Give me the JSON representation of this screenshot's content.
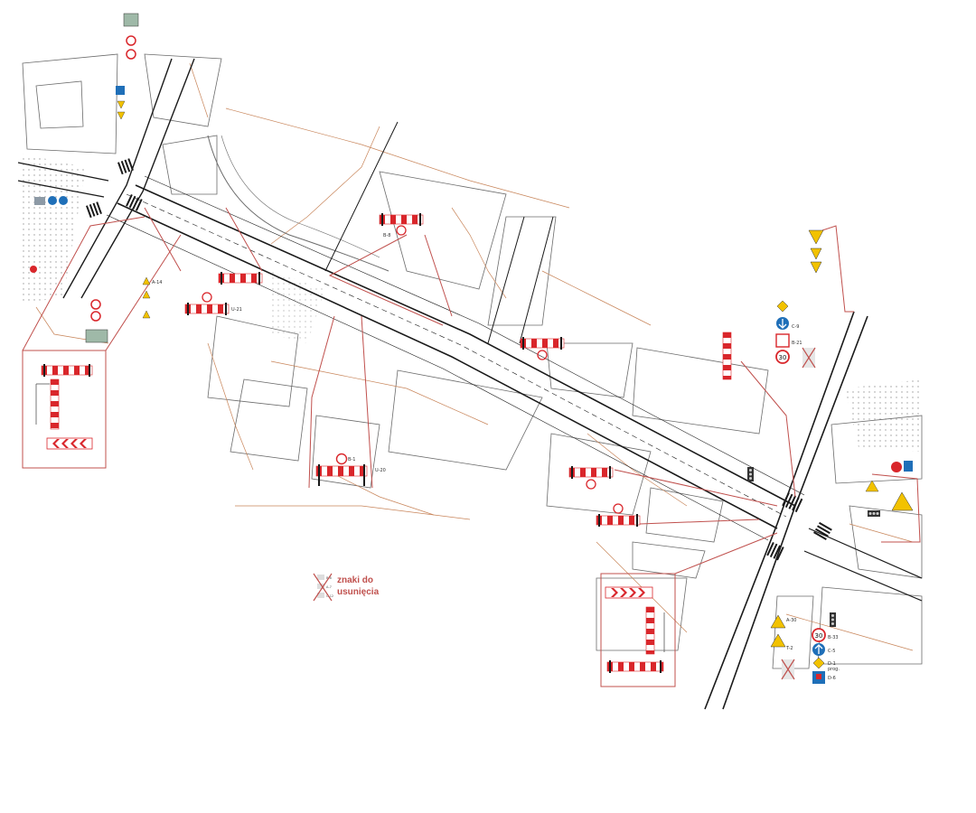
{
  "legend": {
    "line1": "znaki do",
    "line2": "usunięcia",
    "cross_color": "#c0504d",
    "small_labels": [
      "B-8",
      "A-7",
      "C-12"
    ]
  },
  "colors": {
    "road": "#1a1a1a",
    "base_map": "#6b6b6b",
    "cadastral": "#c8855a",
    "barrier_red": "#d9262b",
    "callout": "#c0504d",
    "sign_blue": "#1f6fb8",
    "sign_yellow": "#f2c200"
  },
  "sign_labels": {
    "b1": "B-1",
    "b8": "B-8",
    "u20": "U-20",
    "u21": "U-21",
    "a14": "A-14",
    "a30": "A-30",
    "c5": "C-5",
    "c9": "C-9",
    "d1": "D-1",
    "d6": "D-6",
    "t2": "T-2",
    "b33": "B-33",
    "b21": "B-21",
    "prog": "prog.",
    "speed": "30"
  },
  "icons": [
    "barrier-board-icon",
    "chevron-board-icon",
    "speed-limit-icon",
    "direction-arrow-icon",
    "warning-triangle-icon",
    "diamond-priority-icon",
    "traffic-light-icon",
    "removal-cross-icon"
  ]
}
